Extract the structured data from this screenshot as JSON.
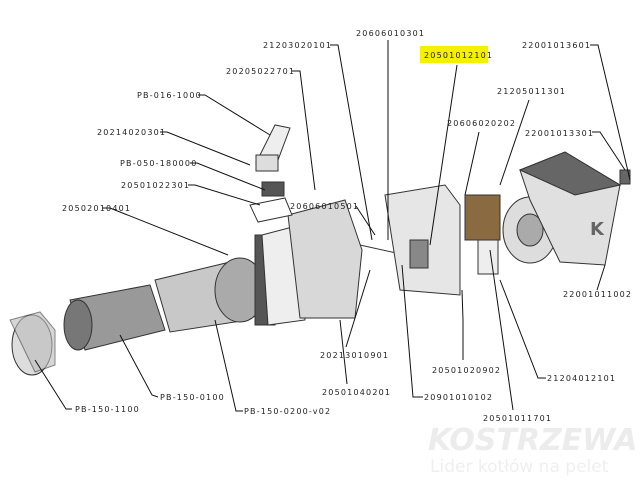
{
  "labels": {
    "l1": "21203020101",
    "l2": "20606010301",
    "l3": "20501012101",
    "l4": "22001013601",
    "l5": "20205022701",
    "l6": "PB-016-1000",
    "l7": "21205011301",
    "l8": "20606020202",
    "l9": "22001013301",
    "l10": "20214020301",
    "l11": "PB-050-180000",
    "l12": "20501022301",
    "l13": "20606010501",
    "l14": "20502010401",
    "l15": "22001011002",
    "l16": "20213010901",
    "l17": "20501020902",
    "l18": "21204012101",
    "l19": "20501040201",
    "l20": "20901010102",
    "l21": "PB-150-0100",
    "l22": "PB-150-0200-v02",
    "l23": "PB-150-1100",
    "l24": "20501011701"
  },
  "highlight_color": "#f4f000",
  "watermark": {
    "brand": "KOSTRZEWA",
    "tagline": "Lider kotłów na pelet"
  }
}
